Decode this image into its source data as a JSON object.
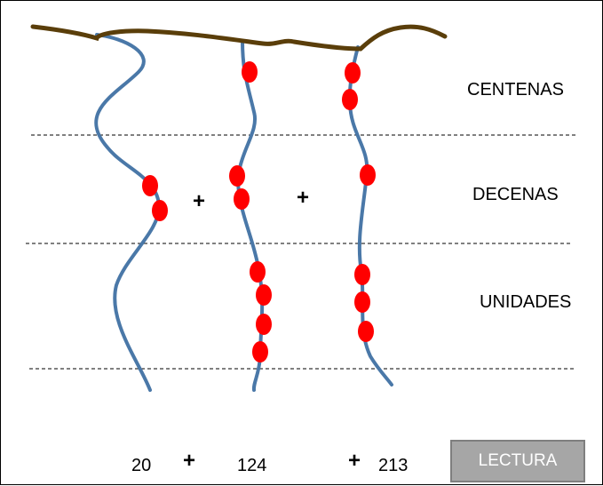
{
  "rows": {
    "centenas": "CENTENAS",
    "decenas": "DECENAS",
    "unidades": "UNIDADES"
  },
  "operators": {
    "plus": "+"
  },
  "sums": {
    "a": "20",
    "b": "124",
    "c": "213"
  },
  "button": {
    "label": "LECTURA"
  },
  "colors": {
    "rope": "#5a3e0a",
    "strand": "#4a78a8",
    "knot": "#ff0000",
    "divider": "#000000",
    "button_bg": "#a6a6a6"
  }
}
